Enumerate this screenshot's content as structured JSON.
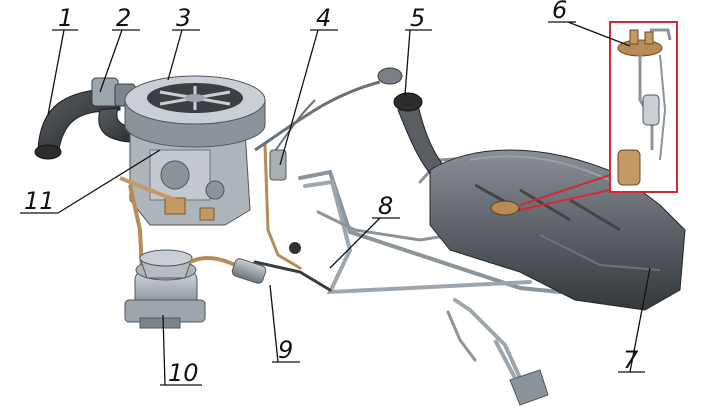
{
  "labels": [
    {
      "id": 1,
      "text": "1",
      "part": "intake-air-duct"
    },
    {
      "id": 2,
      "text": "2",
      "part": "air-intake-clamp"
    },
    {
      "id": 3,
      "text": "3",
      "part": "air-filter-housing"
    },
    {
      "id": 4,
      "text": "4",
      "part": "throttle-cable"
    },
    {
      "id": 5,
      "text": "5",
      "part": "filler-neck-cap"
    },
    {
      "id": 6,
      "text": "6",
      "part": "fuel-level-sensor"
    },
    {
      "id": 7,
      "text": "7",
      "part": "fuel-tank"
    },
    {
      "id": 8,
      "text": "8",
      "part": "fuel-lines"
    },
    {
      "id": 9,
      "text": "9",
      "part": "fuel-filter-hose"
    },
    {
      "id": 10,
      "text": "10",
      "part": "fuel-pump"
    },
    {
      "id": 11,
      "text": "11",
      "part": "carburetor"
    }
  ],
  "colors": {
    "metal": "#9aa2aa",
    "metal_dark": "#4e565e",
    "tank": "#5c6268",
    "hose": "#3a3d40",
    "copper": "#b88a55",
    "inset_frame": "#d22a34",
    "label": "#111111"
  }
}
